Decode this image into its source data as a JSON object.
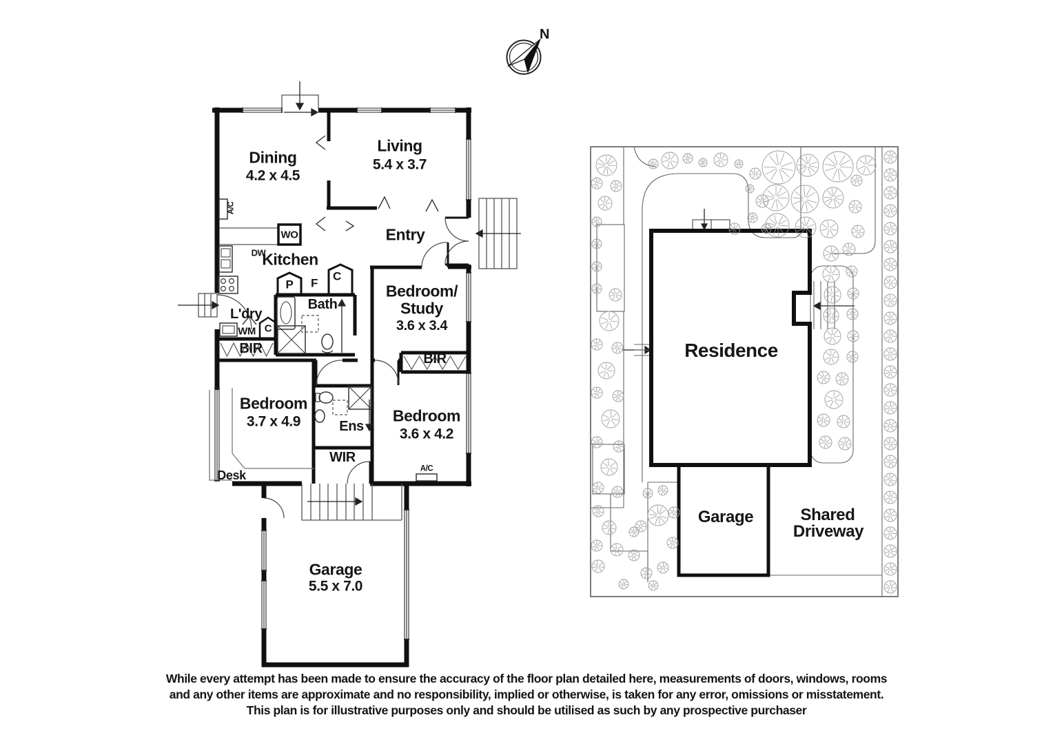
{
  "compass": {
    "north_label": "N"
  },
  "floor_plan": {
    "dining": {
      "name": "Dining",
      "dims": "4.2 x 4.5"
    },
    "living": {
      "name": "Living",
      "dims": "5.4 x 3.7"
    },
    "entry": {
      "name": "Entry"
    },
    "kitchen": {
      "name": "Kitchen"
    },
    "bedroom_study": {
      "name1": "Bedroom/",
      "name2": "Study",
      "dims": "3.6 x 3.4"
    },
    "bath": {
      "name": "Bath"
    },
    "laundry": {
      "name": "L'dry"
    },
    "bedroom_left": {
      "name": "Bedroom",
      "dims": "3.7 x 4.9"
    },
    "bedroom_right": {
      "name": "Bedroom",
      "dims": "3.6 x 4.2"
    },
    "ensuite": {
      "name": "Ens"
    },
    "wir": {
      "name": "WIR"
    },
    "garage": {
      "name": "Garage",
      "dims": "5.5 x 7.0"
    },
    "fixtures": {
      "wall_oven": "WO",
      "dishwasher": "DW",
      "pantry": "P",
      "fridge": "F",
      "cupboard": "C",
      "washing_machine": "WM",
      "built_in_robe": "BIR",
      "desk": "Desk",
      "air_conditioner": "A/C"
    }
  },
  "site_plan": {
    "residence": "Residence",
    "garage": "Garage",
    "shared_driveway_line1": "Shared",
    "shared_driveway_line2": "Driveway"
  },
  "disclaimer": {
    "line1": "While every attempt has been made to ensure the accuracy of the floor plan detailed here, measurements of doors, windows, rooms",
    "line2": "and any other items are approximate and no responsibility, implied or otherwise, is taken for any error, omissions or misstatement.",
    "line3": "This plan is for illustrative purposes only and should be utilised as such by any prospective purchaser"
  }
}
